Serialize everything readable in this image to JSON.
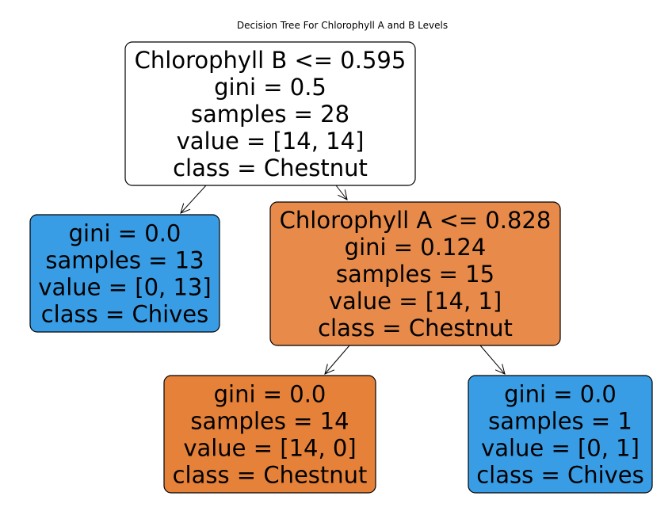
{
  "title": "Decision Tree For Chlorophyll A and B Levels",
  "colors": {
    "chestnut_light": "#ffffff",
    "chestnut_mid": "#e88b4a",
    "chestnut_full": "#e58139",
    "chives_full": "#399de5",
    "border": "#000000"
  },
  "nodes": [
    {
      "id": "root",
      "lines": [
        "Chlorophyll B <= 0.595",
        "gini = 0.5",
        "samples = 28",
        "value = [14, 14]",
        "class = Chestnut"
      ],
      "fill": "#ffffff"
    },
    {
      "id": "left-leaf",
      "lines": [
        "gini = 0.0",
        "samples = 13",
        "value = [0, 13]",
        "class = Chives"
      ],
      "fill": "#399de5"
    },
    {
      "id": "right-split",
      "lines": [
        "Chlorophyll A <= 0.828",
        "gini = 0.124",
        "samples = 15",
        "value = [14, 1]",
        "class = Chestnut"
      ],
      "fill": "#e88b4a"
    },
    {
      "id": "right-left-leaf",
      "lines": [
        "gini = 0.0",
        "samples = 14",
        "value = [14, 0]",
        "class = Chestnut"
      ],
      "fill": "#e58139"
    },
    {
      "id": "right-right-leaf",
      "lines": [
        "gini = 0.0",
        "samples = 1",
        "value = [0, 1]",
        "class = Chives"
      ],
      "fill": "#399de5"
    }
  ],
  "edges": [
    {
      "from": "root",
      "to": "left-leaf"
    },
    {
      "from": "root",
      "to": "right-split"
    },
    {
      "from": "right-split",
      "to": "right-left-leaf"
    },
    {
      "from": "right-split",
      "to": "right-right-leaf"
    }
  ]
}
